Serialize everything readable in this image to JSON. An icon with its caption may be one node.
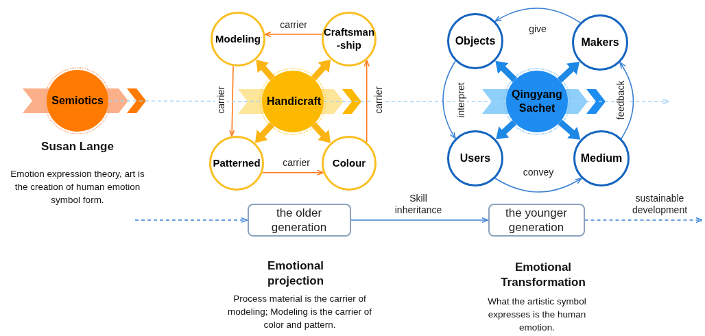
{
  "diagram": {
    "nodes": [
      {
        "text": [
          "Semiotics"
        ],
        "beside": [
          "Susan Lange",
          "Emotion expression theory, art is the creation of human emotion symbol form."
        ]
      },
      {
        "text": [
          "Modeling"
        ]
      },
      {
        "text": [
          "Craftsman -ship"
        ]
      },
      {
        "text": [
          "Handicraft"
        ]
      },
      {
        "text": [
          "Patterned"
        ]
      },
      {
        "text": [
          "Colour"
        ]
      },
      {
        "text": [
          "Objects"
        ]
      },
      {
        "text": [
          "Makers"
        ]
      },
      {
        "text": [
          "Qingyang Sachet"
        ]
      },
      {
        "text": [
          "Users"
        ]
      },
      {
        "text": [
          "Medium"
        ]
      },
      {
        "text": [
          "the older generation"
        ],
        "beside": [
          "Emotional projection",
          "Process material is the carrier of modeling; Modeling is the carrier of color and pattern."
        ]
      },
      {
        "text": [
          "the younger generation"
        ],
        "beside": [
          "Emotional Transformation",
          "What the artistic symbol expresses is the human emotion."
        ]
      }
    ],
    "edges": [
      {
        "from": 2,
        "to": 1,
        "arrow": "to",
        "label": "carrier",
        "color": "#ff7a1a"
      },
      {
        "from": 1,
        "to": 4,
        "arrow": "to",
        "label": "carrier",
        "color": "#ff7a1a"
      },
      {
        "from": 4,
        "to": 5,
        "arrow": "to",
        "label": "carrier",
        "color": "#ff7a1a"
      },
      {
        "from": 5,
        "to": 2,
        "arrow": "to",
        "label": "carrier",
        "color": "#ff7a1a"
      },
      {
        "from": 3,
        "to": 1,
        "arrow": "to",
        "style": "thick",
        "color": "#fbb412"
      },
      {
        "from": 3,
        "to": 2,
        "arrow": "to",
        "style": "thick",
        "color": "#fbb412"
      },
      {
        "from": 3,
        "to": 4,
        "arrow": "to",
        "style": "thick",
        "color": "#fbb412"
      },
      {
        "from": 3,
        "to": 5,
        "arrow": "to",
        "style": "thick",
        "color": "#fbb412"
      },
      {
        "from": 0,
        "to": 3,
        "arrow": "none",
        "style": "dashed",
        "color": "#a8d4f5"
      },
      {
        "from": 3,
        "to": 8,
        "arrow": "none",
        "style": "dashed",
        "color": "#a8d4f5"
      },
      {
        "from": 8,
        "to": null,
        "arrow": "to",
        "style": "dashed",
        "color": "#a8d4f5"
      },
      {
        "from": 7,
        "to": 6,
        "arrow": "to",
        "label": "give"
      },
      {
        "from": 6,
        "to": 9,
        "arrow": "to",
        "label": "interpret"
      },
      {
        "from": 9,
        "to": 10,
        "arrow": "to",
        "label": "convey"
      },
      {
        "from": 10,
        "to": 7,
        "arrow": "to",
        "label": "feedback"
      },
      {
        "from": 8,
        "to": 6,
        "arrow": "to",
        "style": "thick",
        "color": "#1e88e5"
      },
      {
        "from": 8,
        "to": 7,
        "arrow": "to",
        "style": "thick",
        "color": "#1e88e5"
      },
      {
        "from": 8,
        "to": 9,
        "arrow": "to",
        "style": "thick",
        "color": "#1e88e5"
      },
      {
        "from": 8,
        "to": 10,
        "arrow": "to",
        "style": "thick",
        "color": "#1e88e5"
      },
      {
        "from": null,
        "to": 11,
        "arrow": "to",
        "style": "dashed"
      },
      {
        "from": 11,
        "to": 12,
        "arrow": "to",
        "label": "Skill inheritance"
      },
      {
        "from": 12,
        "to": null,
        "arrow": "to",
        "style": "dashed",
        "label": "sustainable development"
      }
    ]
  }
}
